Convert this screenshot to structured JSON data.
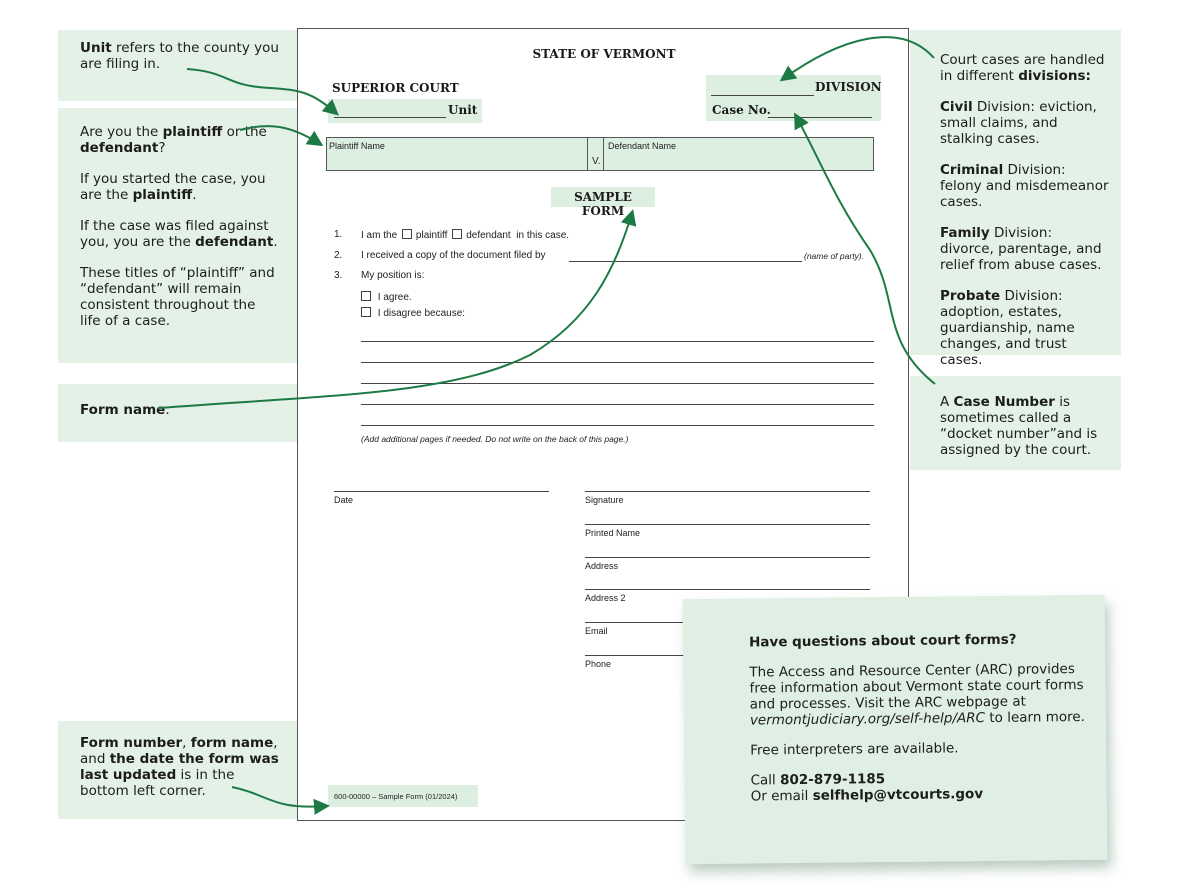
{
  "document": {
    "state_title": "STATE OF VERMONT",
    "court": "SUPERIOR COURT",
    "unit_label": "Unit",
    "division_label": "DIVISION",
    "case_no_label": "Case No.",
    "plaintiff_label": "Plaintiff Name",
    "v_label": "V.",
    "defendant_label": "Defendant Name",
    "form_title": "SAMPLE FORM",
    "item1_num": "1.",
    "item1_pre": "I am the",
    "item1_opt1": "plaintiff",
    "item1_opt2": "defendant",
    "item1_post": "in this case.",
    "item2_num": "2.",
    "item2_text": "I received a copy of the document filed by",
    "item2_suffix": "(name of party).",
    "item3_num": "3.",
    "item3_text": "My position is:",
    "agree": "I agree.",
    "disagree": "I disagree because:",
    "additional_note": "(Add additional pages if needed. Do not write on the back of this page.)",
    "date_label": "Date",
    "signature_label": "Signature",
    "printed_name_label": "Printed Name",
    "address_label": "Address",
    "address2_label": "Address 2",
    "email_label": "Email",
    "phone_label": "Phone",
    "footer": "600-00000 – Sample Form (01/2024)"
  },
  "notes": {
    "unit": {
      "bold": "Unit",
      "text": " refers to the county you are filing in."
    },
    "plaintiff": {
      "q_pre": "Are you the ",
      "q_b1": "plaintiff",
      "q_mid": " or the ",
      "q_b2": "defendant",
      "q_end": "?",
      "p2_pre": "If you started the case, you are the ",
      "p2_b": "plaintiff",
      "p2_end": ".",
      "p3_pre": "If the case was filed against you, you are the ",
      "p3_b": "defendant",
      "p3_end": ".",
      "p4": "These titles of “plaintiff” and “defendant” will remain consistent throughout the life of a case."
    },
    "form_name": {
      "bold": "Form name",
      "text": "."
    },
    "bottom": {
      "b1": "Form number",
      "t1": ", ",
      "b2": "form name",
      "t2": ", and ",
      "b3": "the date the form was last updated",
      "t3": "  is in the bottom left corner."
    },
    "divisions": {
      "intro": "Court cases are handled in different ",
      "intro_b": "divisions:",
      "civil_b": "Civil",
      "civil_t": " Division: eviction, small claims, and stalking cases.",
      "criminal_b": "Criminal",
      "criminal_t": " Division: felony and misdemeanor cases.",
      "family_b": "Family",
      "family_t": " Division: divorce, parentage, and relief from abuse cases.",
      "probate_b": "Probate",
      "probate_t": " Division: adoption, estates, guardianship, name changes, and trust cases."
    },
    "case_number": {
      "pre": "A ",
      "bold": "Case Number",
      "text": " is sometimes called a “docket number”and is assigned by the court."
    }
  },
  "sticky": {
    "heading": "Have questions about court forms?",
    "p1": "The Access and Resource Center (ARC) provides free information about Vermont state court forms and processes. Visit the ARC webpage at ",
    "p1_link": "vermontjudiciary.org/self-help/ARC",
    "p1_end": " to learn more.",
    "p2": "Free interpreters are available.",
    "call_pre": "Call ",
    "phone": "802-879-1185",
    "email_pre": "Or email ",
    "email": "selfhelp@vtcourts.gov"
  },
  "colors": {
    "note_bg": "#e3f1e6",
    "arrow": "#1e7a45"
  }
}
